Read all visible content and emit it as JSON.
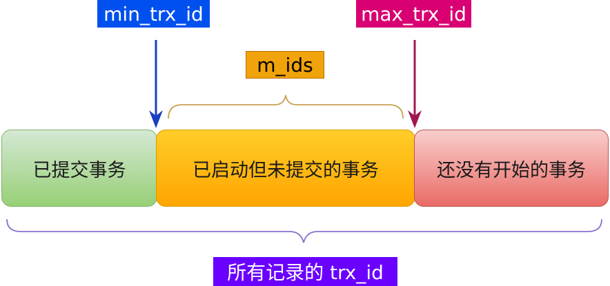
{
  "labels": {
    "min_trx_id": "min_trx_id",
    "max_trx_id": "max_trx_id",
    "m_ids": "m_ids",
    "all_records": "所有记录的 trx_id"
  },
  "segments": {
    "committed": "已提交事务",
    "active_uncommitted": "已启动但未提交的事务",
    "not_started": "还没有开始的事务"
  },
  "colors": {
    "min_label_bg": "#0050ef",
    "max_label_bg": "#d80073",
    "m_ids_bg": "#f0a30a",
    "all_label_bg": "#6a00ff",
    "committed_fill": "#97d077",
    "active_fill": "#ffa500",
    "not_started_fill": "#ea6b66",
    "min_arrow": "#1a3fbf",
    "max_arrow": "#a01850",
    "brace": "#c8a050",
    "bottom_brace": "#8a6fd0"
  }
}
